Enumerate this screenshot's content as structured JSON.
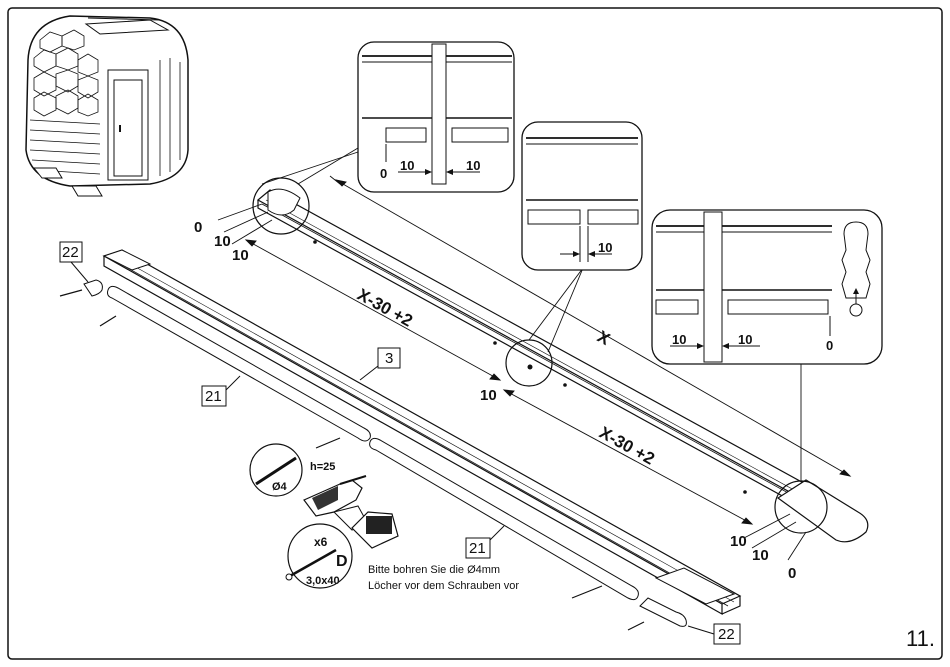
{
  "step_number": "11.",
  "part_labels": {
    "part_3": "3",
    "part_21_left": "21",
    "part_21_right": "21",
    "part_22_left": "22",
    "part_22_right": "22"
  },
  "dimensions": {
    "x_total": "X",
    "x_minus_upper": "X-30 +2",
    "x_minus_lower": "X-30 +2",
    "left_end_0": "0",
    "left_end_10a": "10",
    "left_end_10b": "10",
    "mid_10": "10",
    "right_end_10a": "10",
    "right_end_10b": "10",
    "right_end_0": "0"
  },
  "detail_left": {
    "zero": "0",
    "ten_a": "10",
    "ten_b": "10"
  },
  "detail_mid": {
    "ten": "10"
  },
  "detail_right": {
    "ten_a": "10",
    "ten_b": "10",
    "zero": "0"
  },
  "drill": {
    "height": "h=25",
    "diameter": "Ø4"
  },
  "screw": {
    "count": "x6",
    "letter": "D",
    "size": "3,0x40"
  },
  "note_line1": "Bitte bohren Sie die Ø4mm",
  "note_line2": "Löcher vor dem Schrauben vor"
}
